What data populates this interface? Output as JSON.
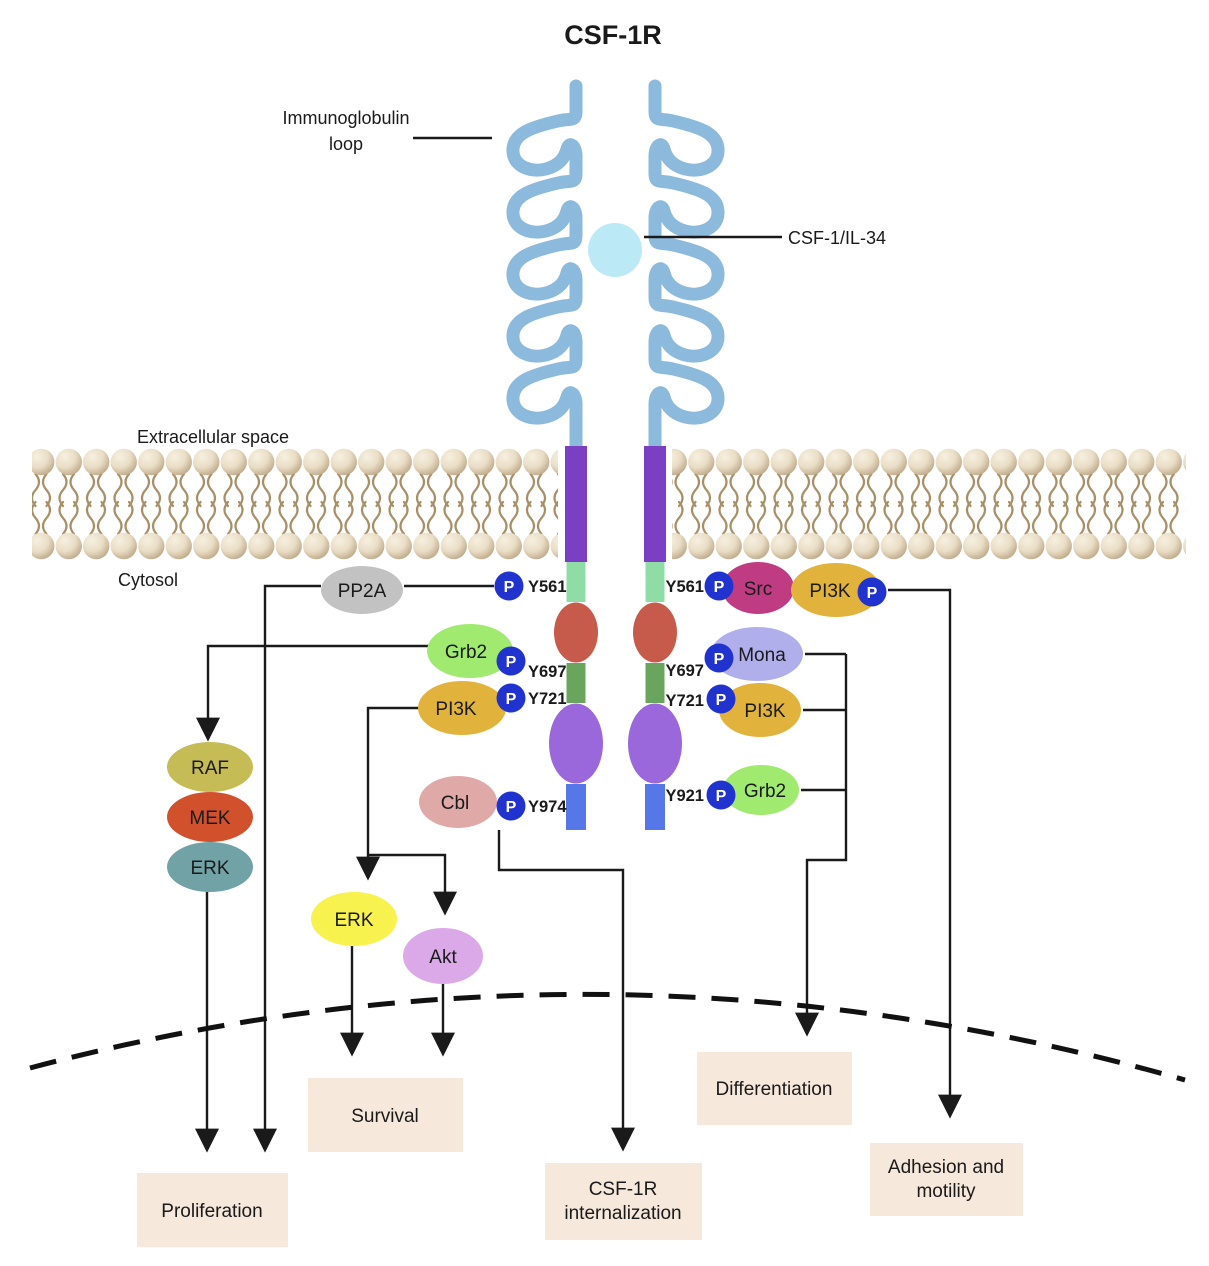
{
  "title": "CSF-1R",
  "annotations": {
    "ig_loop_line1": "Immunoglobulin",
    "ig_loop_line2": "loop",
    "ligand": "CSF-1/IL-34",
    "extracellular": "Extracellular space",
    "cytosol": "Cytosol"
  },
  "phospho": {
    "badge": "P",
    "left": {
      "y561": "Y561",
      "y697": "Y697",
      "y721": "Y721",
      "y974": "Y974"
    },
    "right": {
      "y561": "Y561",
      "y697": "Y697",
      "y721": "Y721",
      "y921": "Y921"
    }
  },
  "proteins": {
    "pp2a": "PP2A",
    "grb2_left": "Grb2",
    "pi3k_left": "PI3K",
    "cbl": "Cbl",
    "src": "Src",
    "pi3k_src": "PI3K",
    "mona": "Mona",
    "pi3k_right": "PI3K",
    "grb2_right": "Grb2",
    "raf": "RAF",
    "mek": "MEK",
    "erk_cascade": "ERK",
    "erk": "ERK",
    "akt": "Akt"
  },
  "outcomes": {
    "proliferation": "Proliferation",
    "survival": "Survival",
    "internalization_line1": "CSF-1R",
    "internalization_line2": "internalization",
    "differentiation": "Differentiation",
    "adhesion_line1": "Adhesion and",
    "adhesion_line2": "motility"
  },
  "colors": {
    "receptor_blue": "#8CBADC",
    "ligand_cyan": "#BCE9F6",
    "tm_purple": "#7B3FC4",
    "juxta_mint": "#8FDCA7",
    "kinase1_red": "#C75B4B",
    "insert_green": "#69A55C",
    "kinase2_purple": "#9B68DB",
    "ctail_blue": "#5577E8",
    "membrane_head": "#E9DDC5",
    "membrane_tail": "#A98F66",
    "badge_blue": "#2133CE",
    "pp2a_gray": "#C2C2C2",
    "grb2_green": "#A0EA70",
    "pi3k_gold": "#E2B33C",
    "cbl_pink": "#DFA9A7",
    "src_magenta": "#C03C82",
    "mona_lavender": "#B0AFEC",
    "raf_olive": "#C5BC55",
    "mek_orange": "#D1512D",
    "erk_teal": "#71A3A6",
    "erk_yellow": "#F7F24E",
    "akt_violet": "#DCA9E8",
    "box_bg": "#F6E8DB"
  }
}
